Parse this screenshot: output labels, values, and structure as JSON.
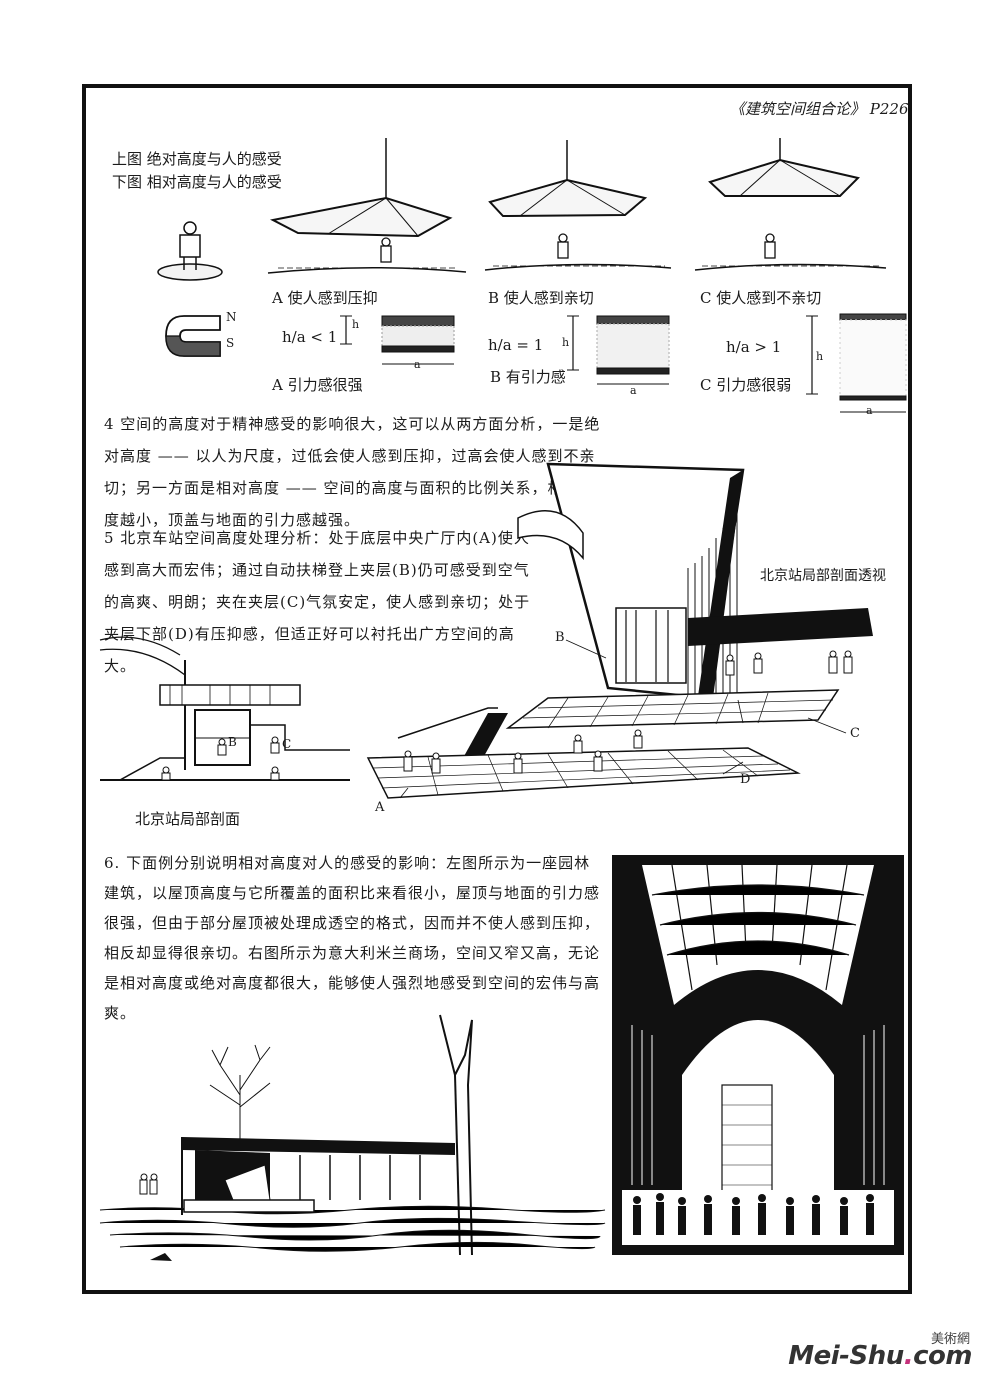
{
  "header": {
    "book_ref": "《建筑空间组合论》 P226"
  },
  "legend": {
    "line1": "上图  绝对高度与人的感受",
    "line2": "下图  相对高度与人的感受"
  },
  "figure_a": {
    "top_caption": "A  使人感到压抑",
    "formula": "h/a < 1",
    "bottom_caption": "A  引力感很强",
    "h_label": "h",
    "a_label": "a"
  },
  "figure_b": {
    "top_caption": "B  使人感到亲切",
    "formula": "h/a = 1",
    "bottom_caption": "B  有引力感",
    "h_label": "h",
    "a_label": "a"
  },
  "figure_c": {
    "top_caption": "C  使人感到不亲切",
    "formula": "h/a > 1",
    "bottom_caption": "C  引力感很弱",
    "h_label": "h",
    "a_label": "a"
  },
  "magnet": {
    "n": "N",
    "s": "S"
  },
  "section4": {
    "text": "4  空间的高度对于精神感受的影响很大，这可以从两方面分析，一是绝对高度 —— 以人为尺度，过低会使人感到压抑，过高会使人感到不亲切；另一方面是相对高度 —— 空间的高度与面积的比例关系，相对高度越小，顶盖与地面的引力感越强。"
  },
  "section5": {
    "text": "5  北京车站空间高度处理分析：处于底层中央广厅内(A)使人感到高大而宏伟；通过自动扶梯登上夹层(B)仍可感受到空气的高爽、明朗；夹在夹层(C)气氛安定，使人感到亲切；处于夹层下部(D)有压抑感，但适正好可以衬托出广方空间的高大。"
  },
  "figure_station": {
    "perspective_caption": "北京站局部剖面透视",
    "section_caption": "北京站局部剖面",
    "labels": {
      "a": "A",
      "b": "B",
      "c": "C",
      "d": "D"
    }
  },
  "section6": {
    "text": "6.  下面例分别说明相对高度对人的感受的影响：左图所示为一座园林建筑，以屋顶高度与它所覆盖的面积比来看很小，屋顶与地面的引力感很强，但由于部分屋顶被处理成透空的格式，因而并不使人感到压抑，相反却显得很亲切。右图所示为意大利米兰商场，空间又窄又高，无论是相对高度或绝对高度都很大，能够使人强烈地感受到空间的宏伟与高爽。"
  },
  "watermark": {
    "cn": "美術網",
    "en_left": "Mei-Shu",
    "en_dot": ".",
    "en_right": "com"
  },
  "colors": {
    "ink": "#111111",
    "paper": "#ffffff",
    "watermark_dot": "#c4307a"
  }
}
